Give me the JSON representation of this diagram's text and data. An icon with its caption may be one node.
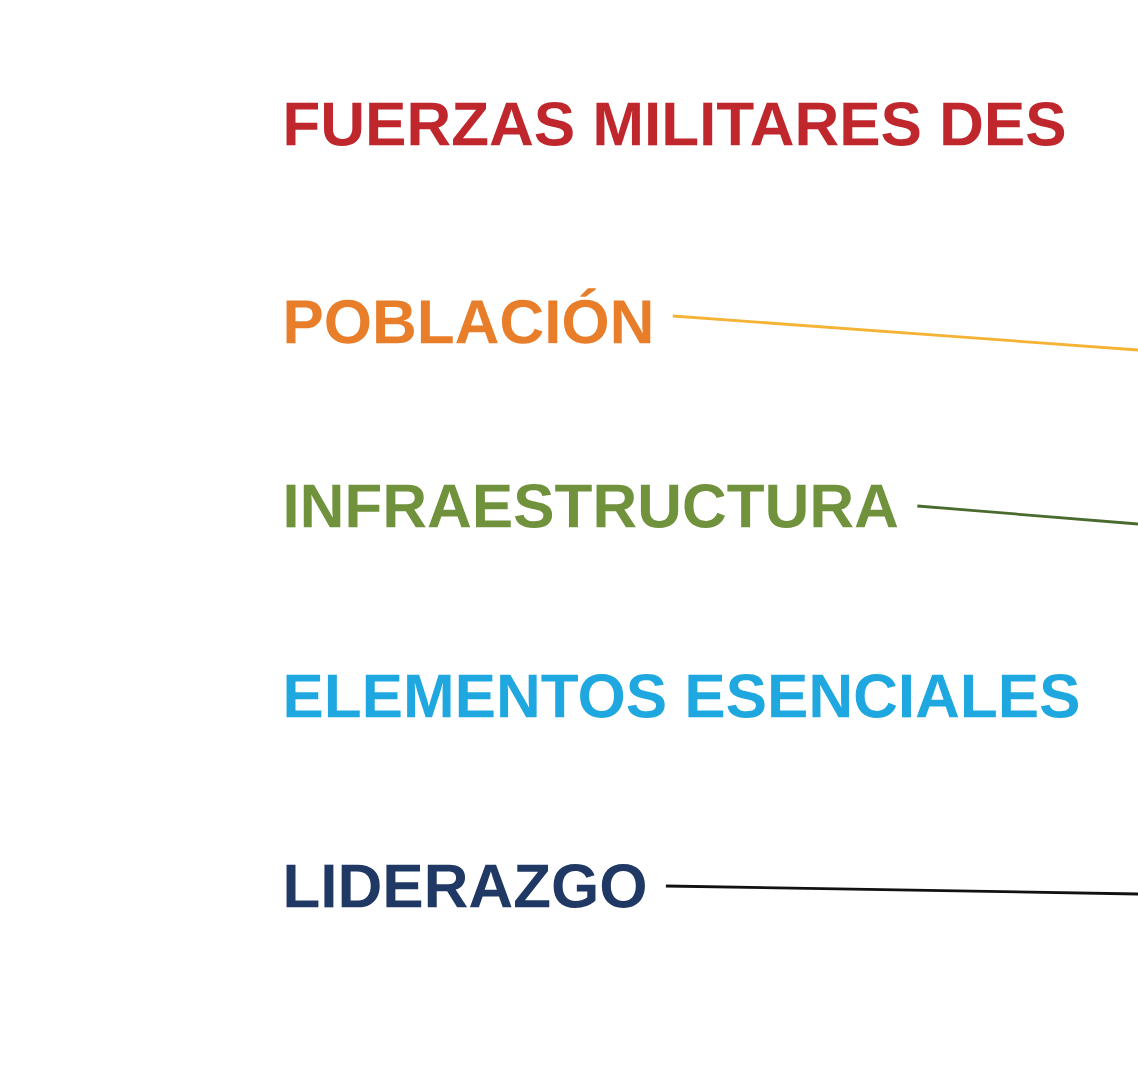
{
  "diagram": {
    "nodes": [
      {
        "text": [
          "FUERZAS MILITARES DES"
        ]
      },
      {
        "text": [
          "POBLACIÓN"
        ]
      },
      {
        "text": [
          "INFRAESTRUCTURA"
        ]
      },
      {
        "text": [
          "ELEMENTOS ESENCIALES"
        ]
      },
      {
        "text": [
          "LIDERAZGO"
        ]
      }
    ],
    "edges": [
      {
        "from": 1,
        "to": null,
        "arrow": "none",
        "color": "#f5b335"
      },
      {
        "from": 2,
        "to": null,
        "arrow": "none",
        "color": "#4a6b2e"
      },
      {
        "from": 4,
        "to": null,
        "arrow": "none",
        "color": "#111111"
      }
    ]
  }
}
